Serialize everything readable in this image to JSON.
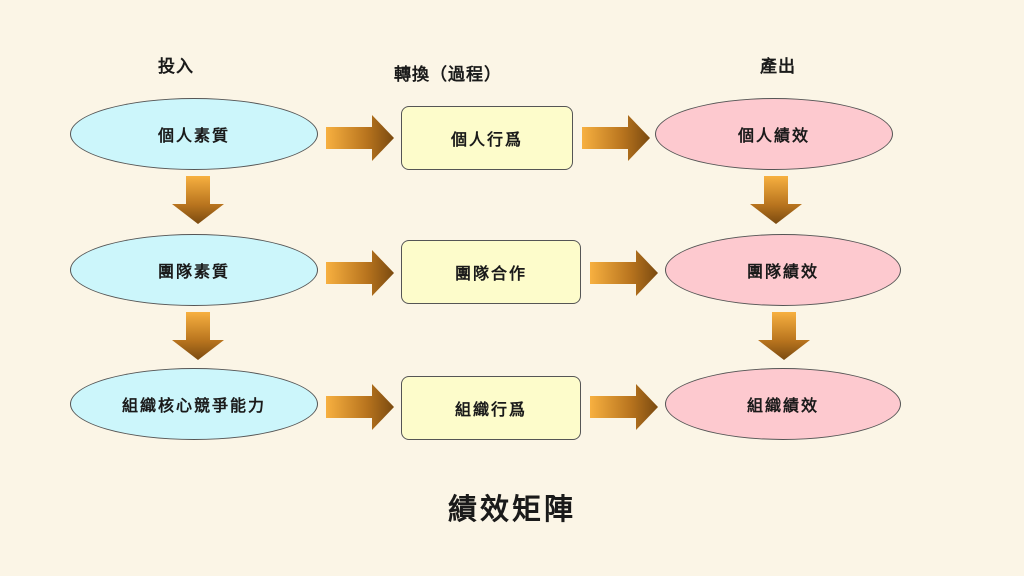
{
  "headers": {
    "input": "投入",
    "process": "轉換（過程）",
    "output": "產出"
  },
  "rows": [
    {
      "input": "個人素質",
      "process": "個人行爲",
      "output": "個人績效"
    },
    {
      "input": "團隊素質",
      "process": "團隊合作",
      "output": "團隊績效"
    },
    {
      "input": "組織核心競爭能力",
      "process": "組織行爲",
      "output": "組織績效"
    }
  ],
  "title": "績效矩陣",
  "colors": {
    "input_fill": "#ccf6fb",
    "process_fill": "#fdfccb",
    "output_fill": "#fdc9cf",
    "arrow_light": "#f7b040",
    "arrow_dark": "#7a4a10",
    "background": "#fbf5e6"
  }
}
